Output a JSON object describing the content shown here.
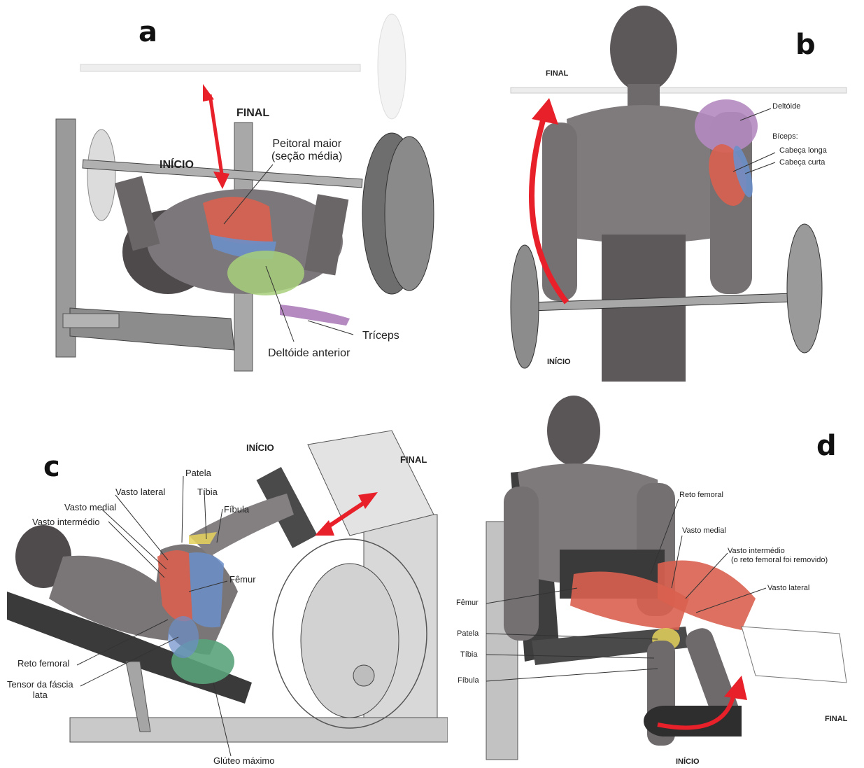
{
  "panels": {
    "a": {
      "letter": "a",
      "inicio": "INÍCIO",
      "final": "FINAL",
      "peitoral_line1": "Peitoral maior",
      "peitoral_line2": "(seção média)",
      "triceps": "Tríceps",
      "deltoide_anterior": "Deltóide anterior"
    },
    "b": {
      "letter": "b",
      "final": "FINAL",
      "inicio": "INÍCIO",
      "deltoide": "Deltóide",
      "biceps": "Bíceps:",
      "cabeca_longa": "Cabeça longa",
      "cabeca_curta": "Cabeça curta"
    },
    "c": {
      "letter": "c",
      "inicio": "INÍCIO",
      "final": "FINAL",
      "patela": "Patela",
      "vasto_lateral": "Vasto lateral",
      "tibia": "Tíbia",
      "vasto_medial": "Vasto medial",
      "fibula": "Fíbula",
      "vasto_intermedio": "Vasto intermédio",
      "femur": "Fêmur",
      "reto_femoral": "Reto femoral",
      "tensor_line1": "Tensor da fáscia",
      "tensor_line2": "lata",
      "gluteo": "Glúteo máximo"
    },
    "d": {
      "letter": "d",
      "reto_femoral": "Reto femoral",
      "vasto_medial": "Vasto medial",
      "vasto_intermedio_line1": "Vasto intermédio",
      "vasto_intermedio_line2": "(o reto femoral foi removido)",
      "vasto_lateral": "Vasto lateral",
      "femur": "Fêmur",
      "patela": "Patela",
      "tibia": "Tíbia",
      "fibula": "Fíbula",
      "final": "FINAL",
      "inicio": "INÍCIO"
    }
  },
  "colors": {
    "arrow": "#e8202a",
    "skin": "#8f8a8c",
    "muscle_red": "#d9604f",
    "muscle_blue": "#6c8fc9",
    "muscle_purple": "#b48ac0",
    "muscle_green": "#5aa37a",
    "equipment": "#b9b9b9"
  }
}
